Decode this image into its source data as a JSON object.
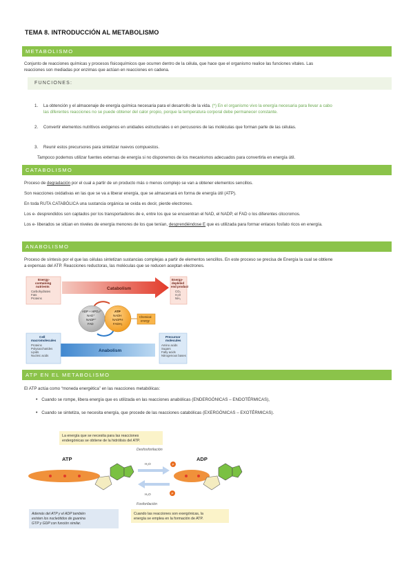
{
  "title": "TEMA 8. INTRODUCCIÓN AL METABOLISMO",
  "metabolismo": {
    "header": "METABOLISMO",
    "p1": "Conjunto de reacciones químicas y procesos fisicoquímicos que ocurren dentro de la célula, que hace que el organismo realice las funciones vitales. Las",
    "p2": "reacciones son mediadas por enzimas que actúan en reacciones en cadena.",
    "funciones_header": "FUNCIONES:",
    "items": [
      {
        "num": "1.",
        "text_a": "La obtención y el almacenaje de energía química necesaria para el desarrollo de la vida.",
        "text_green_a": "(*) En el organismo vivo la energía necesaria para llevar a cabo",
        "text_green_b": "las diferentes reacciones no se puede obtener del calor propio, porque la temperatura corporal debe permanecer constante."
      },
      {
        "num": "2.",
        "text_a": "Convertir elementos nutritivos exógenos en unidades estructurales o en percusores de las moléculas que forman parte de las células."
      },
      {
        "num": "3.",
        "text_a": "Reunir estos precursores para sintetizar nuevos compuestos."
      }
    ],
    "note": "Tampoco podemos utilizar fuentes externas de energía si no disponemos de los mecanismos adecuados para convertirla en energía útil."
  },
  "catabolismo": {
    "header": "CATABOLISMO",
    "l1_a": "Proceso de",
    "l1_u": "degradación",
    "l1_b": "por el cual a partir de un producto más o menos complejo se van a obtener elementos sencillos.",
    "l2": "Son reacciones oxidativas en las que se va a liberar energía, que se almacenará en forma de energía útil (ATP).",
    "l3": "En toda RUTA CATABÓLICA una sustancia orgánica se oxida es decir, pierde electrones.",
    "l4": "Los e- desprendidos son captados por los transportadores de e, entre los que se encuentran el NAD, el NADP, el FAD o los diferentes citocromos.",
    "l5_a": "Los e- liberados se sitúan en niveles de energía menores de los que tenían,",
    "l5_u": "desprendiéndose E",
    "l5_b": "que es utilizada para formar enlaces fosfato ricos en energía."
  },
  "anabolismo": {
    "header": "ANABOLISMO",
    "p1": "Proceso de síntesis por el que las células sintetizan sustancias complejas a partir de elementos sencillos. En este proceso se precisa de Energía la cual se obtiene",
    "p2": "a expensas del ATP. Reacciones reductoras, las moléculas que se reducen aceptan electrones."
  },
  "diagram1": {
    "box_tl_title": "Energy-\ncontaining\nnutrients",
    "box_tl_items": [
      "Carbohydrates",
      "Fats",
      "Proteins"
    ],
    "box_tr_title": "Energy-\ndepleted\nend products",
    "box_tr_items": [
      "CO₂",
      "H₂O",
      "NH₃"
    ],
    "box_bl_title": "Cell\nmacromolecules",
    "box_bl_items": [
      "Proteins",
      "Polysaccharides",
      "Lipids",
      "Nucleic acids"
    ],
    "box_br_title": "Precursor\nmolecules",
    "box_br_items": [
      "Amino acids",
      "Sugars",
      "Fatty acids",
      "Nitrogenous bases"
    ],
    "catabolism": "Catabolism",
    "anabolism": "Anabolism",
    "grey_circle": [
      "ADP + HPO₄²⁻",
      "NAD⁺",
      "NADP⁺",
      "FAD"
    ],
    "orange_circle": [
      "ATP",
      "NADH",
      "NADPH",
      "FADH₂"
    ],
    "chem_energy": "Chemical\nenergy"
  },
  "atp": {
    "header": "ATP EN EL METABOLISMO",
    "intro": "El ATP actúa como “moneda energética” en las reacciones metabólicas:",
    "b1": "Cuando se rompe, libera energía que es utilizada en las reacciones anabólicas (ENDERGÓNICAS – ENDOTÉRMICAS),",
    "b2": "Cuando se sintetiza, se necesita energía, que procede de las reacciones catabólicas (EXERGÓNICAS – EXOTÉRMICAS)."
  },
  "diagram2": {
    "top_note": "La energía que se necesita para las reacciones\nendergónicas se obtiene de la hidrólisis del ATP.",
    "desfosforilacion": "Desfosforilación",
    "fosforilacion": "Fosforilación",
    "atp_label": "ATP",
    "adp_label": "ADP",
    "h2o": "H₂O",
    "p": "P",
    "left_note": "Además del ATP y el ADP también\nexisten los nucleótidos de guanina\nGTP y GDP con función similar.",
    "right_note": "Cuando las reacciones son exergónicas, la\nenergía se emplea en la formación de ATP."
  }
}
